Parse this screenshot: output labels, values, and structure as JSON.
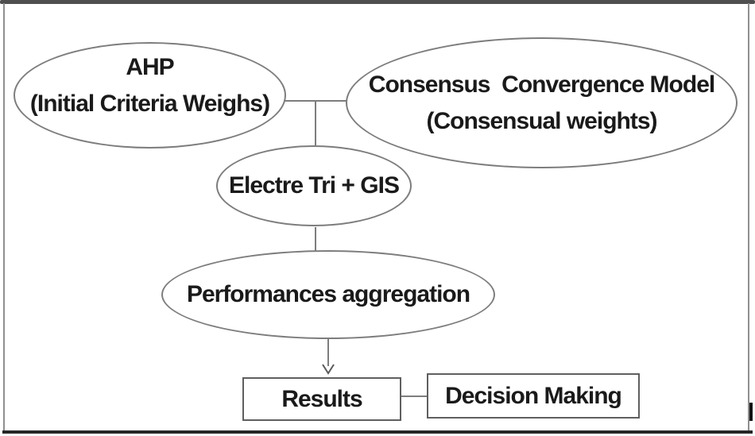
{
  "diagram": {
    "title_hint": "MCDA flowchart",
    "nodes": {
      "ahp": {
        "line1": "AHP",
        "line2": "(Initial Criteria Weighs)"
      },
      "consensus": {
        "line1": "Consensus  Convergence Model",
        "line2": "(Consensual weights)"
      },
      "electre": {
        "label": "Electre Tri + GIS"
      },
      "performances": {
        "label": "Performances aggregation"
      },
      "results": {
        "label": "Results"
      },
      "decision": {
        "label": "Decision Making"
      }
    },
    "edges": [
      "ahp - consensus (horizontal tie)",
      "tie junction - electre (vertical)",
      "electre - performances (vertical)",
      "performances -> results (arrow)",
      "results - decision (horizontal tie)"
    ],
    "palette": {
      "ellipse_stroke": "#7d7d7d",
      "box_stroke": "#5f5f5f",
      "connector": "#7d7d7d",
      "arrow_stroke": "#5a5a5a",
      "text": "#1a1a1a",
      "frame_top": "#4f4f4f",
      "frame_bottom": "#262626",
      "frame_sides": "#8f8f8f",
      "background": "#ffffff"
    }
  }
}
